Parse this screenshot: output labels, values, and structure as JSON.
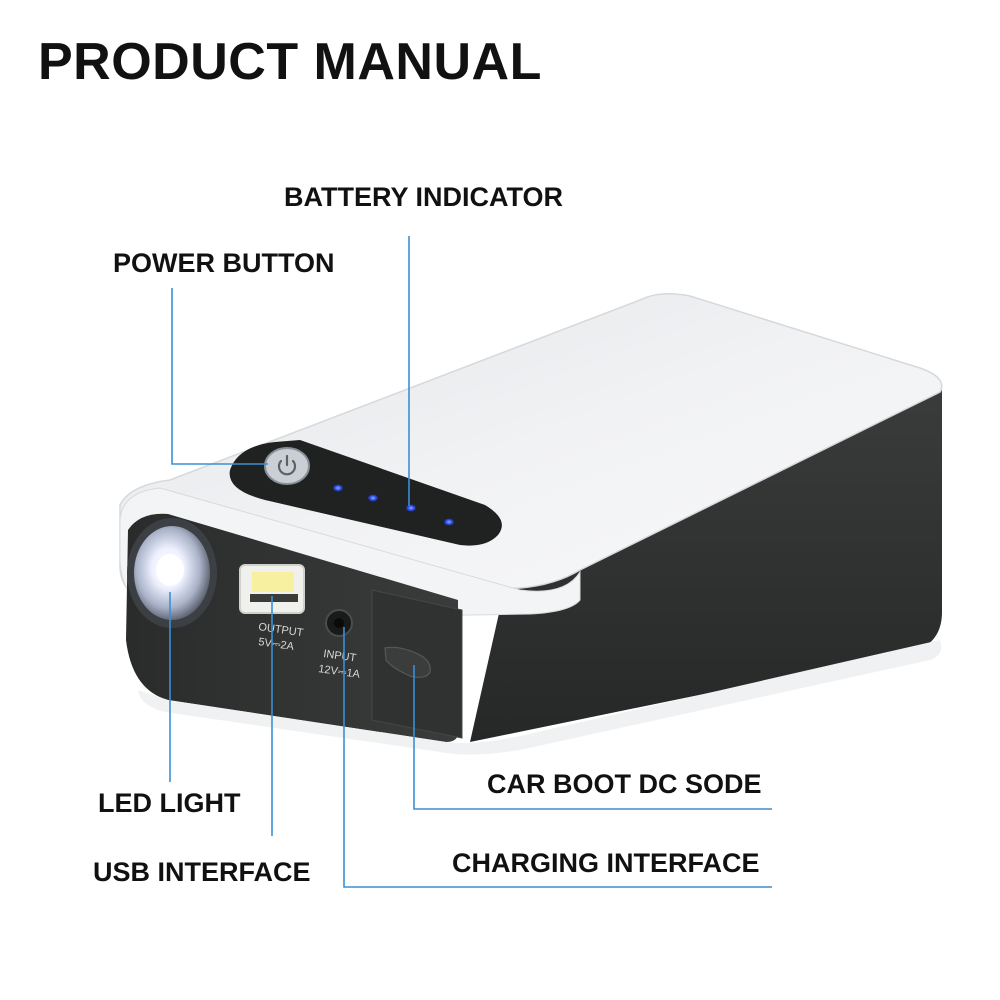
{
  "title": "PRODUCT MANUAL",
  "callouts": {
    "battery_indicator": "BATTERY INDICATOR",
    "power_button": "POWER BUTTON",
    "led_light": "LED LIGHT",
    "usb_interface": "USB INTERFACE",
    "car_boot_dc": "CAR BOOT DC SODE",
    "charging_interface": "CHARGING INTERFACE"
  },
  "port_labels": {
    "output_title": "OUTPUT",
    "output_rating": "5V⎓2A",
    "input_title": "INPUT",
    "input_rating": "12V⎓1A"
  },
  "colors": {
    "callout_line": "#3b8fd6",
    "indicator_led": "#3a5cff",
    "casing": "#eceef0",
    "panel": "#2e3230"
  },
  "icons": {
    "power": "power-icon",
    "flashlight": "flashlight-icon"
  }
}
